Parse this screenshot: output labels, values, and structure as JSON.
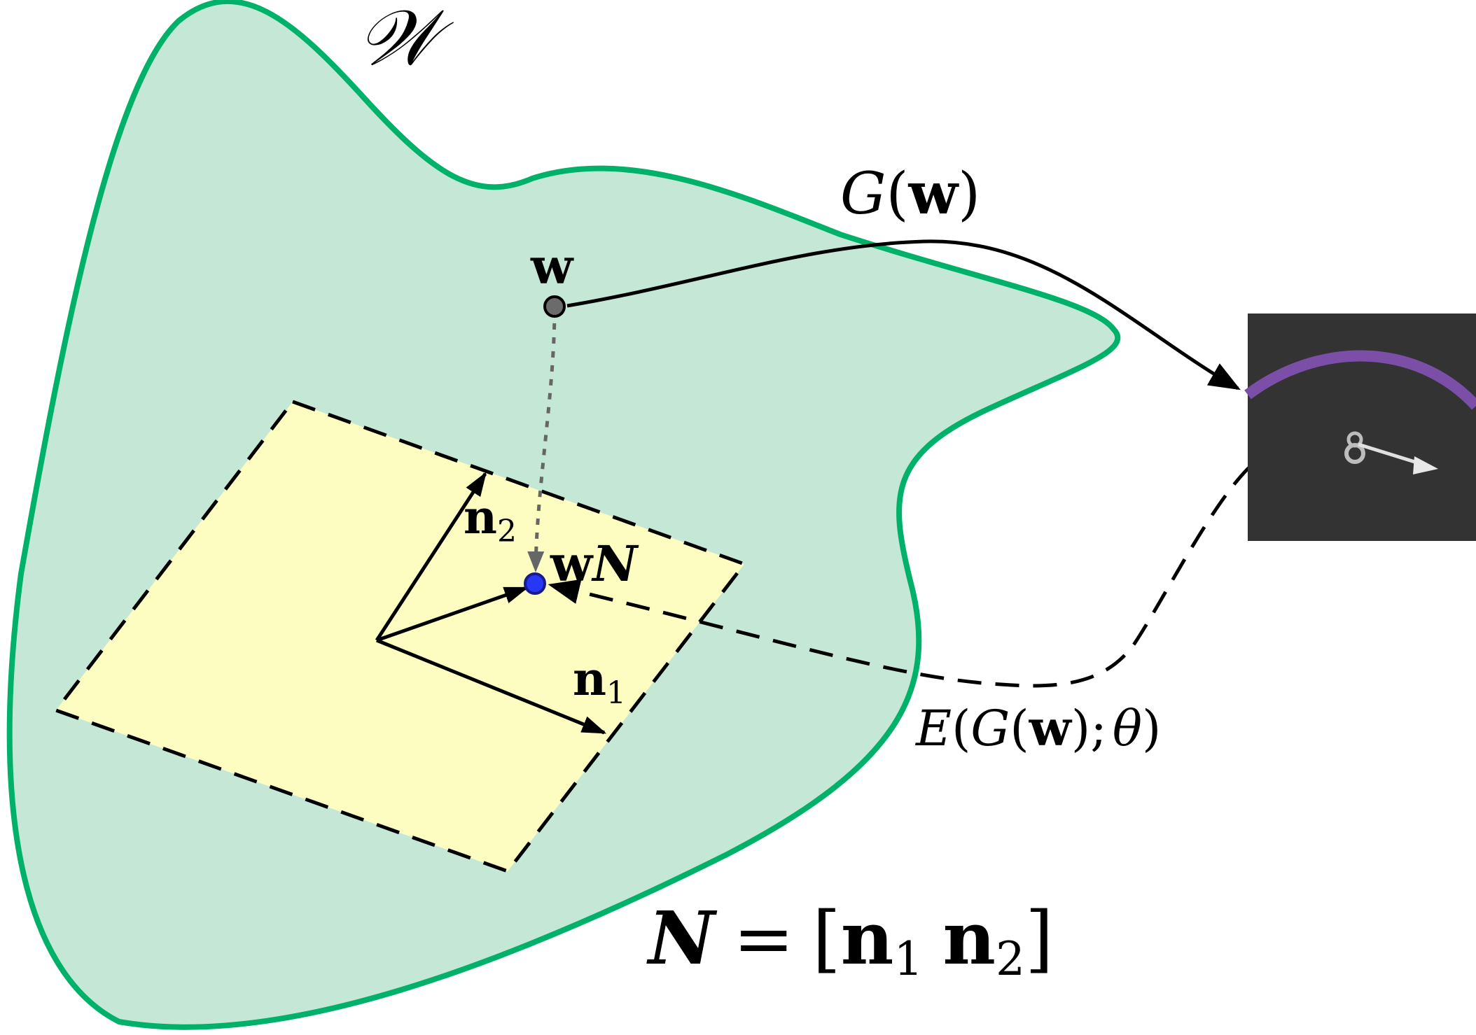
{
  "labels": {
    "space": "𝒲",
    "w": "w",
    "g_func": "G",
    "g_arg": "w",
    "paren_open": "(",
    "paren_close": ")",
    "n1_main": "n",
    "n1_sub": "1",
    "n2_main": "n",
    "n2_sub": "2",
    "wn_w": "w",
    "wn_n": "N",
    "e_func": "E",
    "e_g": "G",
    "e_w": "w",
    "e_sep": ";",
    "e_theta": "θ",
    "eq_lhs": "N",
    "eq_sign": "=",
    "bracket_open": "[",
    "bracket_close": "]",
    "eq_n1": "n",
    "eq_n1_sub": "1",
    "eq_n2": "n",
    "eq_n2_sub": "2"
  },
  "colors": {
    "region_fill": "#c5e8d6",
    "region_stroke": "#00b16a",
    "plane_fill": "#fdfdc2",
    "point_w": "#6b6b6b",
    "point_wn": "#2638f5",
    "image_bg": "#333333",
    "image_arc": "#7b4fa8"
  },
  "icons": {
    "output_image": "pendulum-render-thumbnail"
  }
}
